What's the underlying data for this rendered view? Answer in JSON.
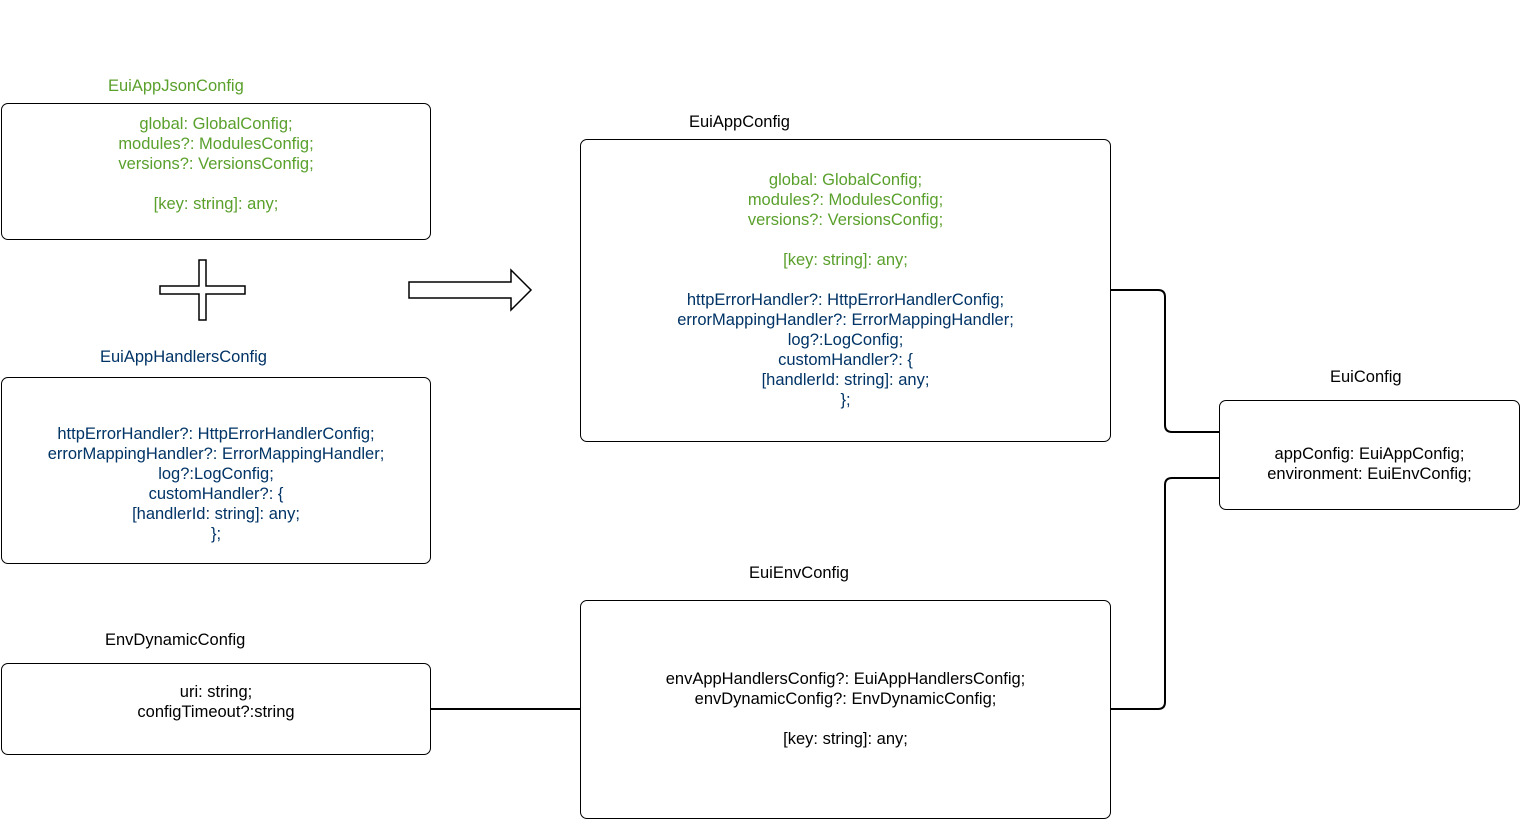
{
  "colors": {
    "green": "#5aa02c",
    "navy": "#003366",
    "black": "#000000",
    "stroke": "#000000"
  },
  "json_config": {
    "title": "EuiAppJsonConfig",
    "lines": [
      "global: GlobalConfig;",
      "modules?: ModulesConfig;",
      "versions?: VersionsConfig;",
      "",
      "[key: string]: any;"
    ]
  },
  "plus_symbol": "plus-icon",
  "arrow_symbol": "right-arrow-icon",
  "handlers_config": {
    "title": "EuiAppHandlersConfig",
    "lines": [
      "httpErrorHandler?: HttpErrorHandlerConfig;",
      "errorMappingHandler?: ErrorMappingHandler;",
      "log?:LogConfig;",
      "customHandler?: {",
      "[handlerId: string]: any;",
      "};"
    ]
  },
  "env_dynamic_config": {
    "title": "EnvDynamicConfig",
    "lines": [
      "uri: string;",
      "configTimeout?:string"
    ]
  },
  "app_config": {
    "title": "EuiAppConfig",
    "green_lines": [
      "global: GlobalConfig;",
      "modules?: ModulesConfig;",
      "versions?: VersionsConfig;",
      "",
      "[key: string]: any;"
    ],
    "navy_lines": [
      "httpErrorHandler?: HttpErrorHandlerConfig;",
      "errorMappingHandler?: ErrorMappingHandler;",
      "log?:LogConfig;",
      "customHandler?: {",
      "[handlerId: string]: any;",
      "};"
    ]
  },
  "env_config": {
    "title": "EuiEnvConfig",
    "lines": [
      "envAppHandlersConfig?: EuiAppHandlersConfig;",
      "envDynamicConfig?: EnvDynamicConfig;",
      "",
      "[key: string]: any;"
    ]
  },
  "eui_config": {
    "title": "EuiConfig",
    "lines": [
      "appConfig: EuiAppConfig;",
      "environment: EuiEnvConfig;"
    ]
  }
}
